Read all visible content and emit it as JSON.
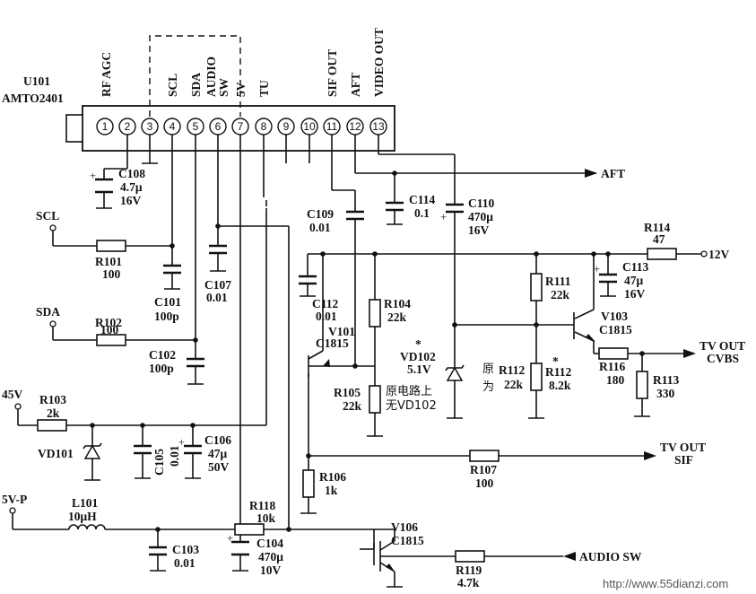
{
  "module": {
    "ref": "U101",
    "part": "AMTO2401"
  },
  "pins": [
    "1",
    "2",
    "3",
    "4",
    "5",
    "6",
    "7",
    "8",
    "9",
    "10",
    "11",
    "12",
    "13"
  ],
  "pin_labels": {
    "rf_agc": "RF AGC",
    "scl": "SCL",
    "sda": "SDA",
    "audio_sw": [
      "AUDIO",
      "SW"
    ],
    "v5": "5V",
    "tu": "TU",
    "sif_out": "SIF OUT",
    "aft": "AFT",
    "video_out": "VIDEO OUT"
  },
  "inputs": {
    "scl": "SCL",
    "sda": "SDA",
    "v45": "45V",
    "v5p": "5V-P",
    "aft": "AFT",
    "audio_sw": "AUDIO SW"
  },
  "outputs": {
    "v12": "12V",
    "tv_out_cvbs": [
      "TV OUT",
      "CVBS"
    ],
    "tv_out_sif": [
      "TV OUT",
      "SIF"
    ]
  },
  "components": {
    "R101": {
      "ref": "R101",
      "value": "100"
    },
    "R102": {
      "ref": "R102",
      "value": "100"
    },
    "R103": {
      "ref": "R103",
      "value": "2k"
    },
    "R104": {
      "ref": "R104",
      "value": "22k"
    },
    "R105": {
      "ref": "R105",
      "value": "22k"
    },
    "R106": {
      "ref": "R106",
      "value": "1k"
    },
    "R107": {
      "ref": "R107",
      "value": "100"
    },
    "R111": {
      "ref": "R111",
      "value": "22k"
    },
    "R112": {
      "ref": "R112",
      "value": "22k"
    },
    "R112b": {
      "ref": "R112",
      "value": "8.2k",
      "mark": "*"
    },
    "R113": {
      "ref": "R113",
      "value": "330"
    },
    "R114": {
      "ref": "R114",
      "value": "47"
    },
    "R116": {
      "ref": "R116",
      "value": "180"
    },
    "R118": {
      "ref": "R118",
      "value": "10k"
    },
    "R119": {
      "ref": "R119",
      "value": "4.7k"
    },
    "C101": {
      "ref": "C101",
      "value": "100p"
    },
    "C102": {
      "ref": "C102",
      "value": "100p"
    },
    "C103": {
      "ref": "C103",
      "value": "0.01"
    },
    "C104": {
      "ref": "C104",
      "value": "470μ",
      "rating": "10V"
    },
    "C105": {
      "ref": "C105",
      "value": "0.01"
    },
    "C106": {
      "ref": "C106",
      "value": "47μ",
      "rating": "50V"
    },
    "C107": {
      "ref": "C107",
      "value": "0.01"
    },
    "C108": {
      "ref": "C108",
      "value": "4.7μ",
      "rating": "16V"
    },
    "C109": {
      "ref": "C109",
      "value": "0.01"
    },
    "C110": {
      "ref": "C110",
      "value": "470μ",
      "rating": "16V"
    },
    "C112": {
      "ref": "C112",
      "value": "0.01"
    },
    "C113": {
      "ref": "C113",
      "value": "47μ",
      "rating": "16V"
    },
    "C114": {
      "ref": "C114",
      "value": "0.1"
    },
    "L101": {
      "ref": "L101",
      "value": "10μH"
    },
    "VD101": {
      "ref": "VD101"
    },
    "VD102": {
      "ref": "VD102",
      "value": "5.1V",
      "mark": "*"
    },
    "V101": {
      "ref": "V101",
      "value": "C1815"
    },
    "V103": {
      "ref": "V103",
      "value": "C1815"
    },
    "V106": {
      "ref": "V106",
      "value": "C1815"
    }
  },
  "notes": {
    "original_left": "原",
    "original_right": "为",
    "vd102_line1": "原电路上",
    "vd102_line2": "无VD102"
  },
  "watermark": "http://www.55dianzi.com"
}
